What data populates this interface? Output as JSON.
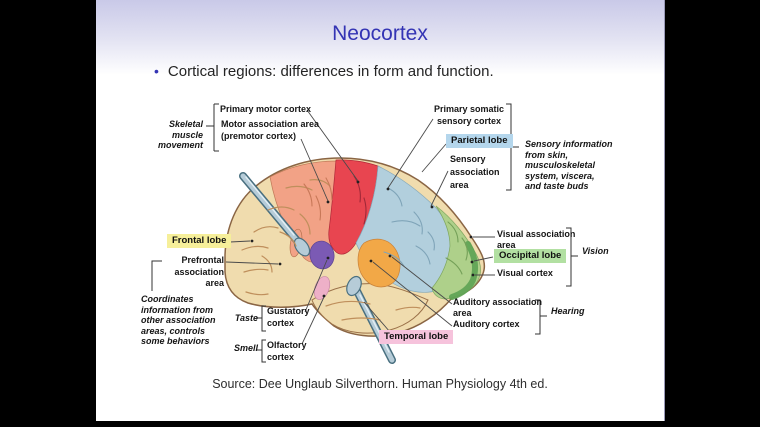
{
  "slide": {
    "title": "Neocortex",
    "bullet_marker": "•",
    "bullet_text": "Cortical regions: differences in form and function.",
    "source": "Source: Dee Unglaub Silverthorn. Human Physiology 4th ed."
  },
  "diagram": {
    "labels": {
      "skeletal": {
        "lines": [
          "Skeletal",
          "muscle",
          "movement"
        ]
      },
      "primary_motor": "Primary motor cortex",
      "motor_association": {
        "lines": [
          "Motor association area",
          "(premotor cortex)"
        ]
      },
      "primary_somatic": {
        "lines": [
          "Primary somatic",
          "sensory cortex"
        ]
      },
      "parietal_lobe": "Parietal lobe",
      "sensory_association": {
        "lines": [
          "Sensory",
          "association",
          "area"
        ]
      },
      "sensory_info": {
        "lines": [
          "Sensory information",
          "from skin,",
          "musculoskeletal",
          "system, viscera,",
          "and taste buds"
        ]
      },
      "visual_association": {
        "lines": [
          "Visual association",
          "area"
        ]
      },
      "occipital_lobe": "Occipital lobe",
      "visual_cortex": "Visual cortex",
      "vision": "Vision",
      "auditory_association": {
        "lines": [
          "Auditory association",
          "area"
        ]
      },
      "auditory_cortex": "Auditory cortex",
      "hearing": "Hearing",
      "temporal_lobe": "Temporal lobe",
      "frontal_lobe": "Frontal lobe",
      "prefrontal": {
        "lines": [
          "Prefrontal",
          "association",
          "area"
        ]
      },
      "coordinates": {
        "lines": [
          "Coordinates",
          "information from",
          "other association",
          "areas, controls",
          "some behaviors"
        ]
      },
      "taste": "Taste",
      "gustatory": {
        "lines": [
          "Gustatory",
          "cortex"
        ]
      },
      "smell": "Smell",
      "olfactory": {
        "lines": [
          "Olfactory",
          "cortex"
        ]
      }
    },
    "colors": {
      "title_blue": "#3434b4",
      "frontal_beige": "#f0dcae",
      "premotor_salmon": "#f2a286",
      "motor_red": "#e84550",
      "parietal_blue": "#b2cfdd",
      "occipital_green": "#aed08a",
      "visual_dark_green": "#5da253",
      "auditory_orange": "#f2a847",
      "gustatory_purple": "#7b5ab4",
      "olfactory_pink": "#eeb0c8",
      "retractor_steel": "#b6ccd8",
      "retractor_edge": "#4a7080",
      "highlight_parietal": "#b4d6ec",
      "highlight_occipital": "#b2e0a2",
      "highlight_temporal": "#f6c3dc",
      "highlight_frontal": "#f6ef9a"
    }
  }
}
